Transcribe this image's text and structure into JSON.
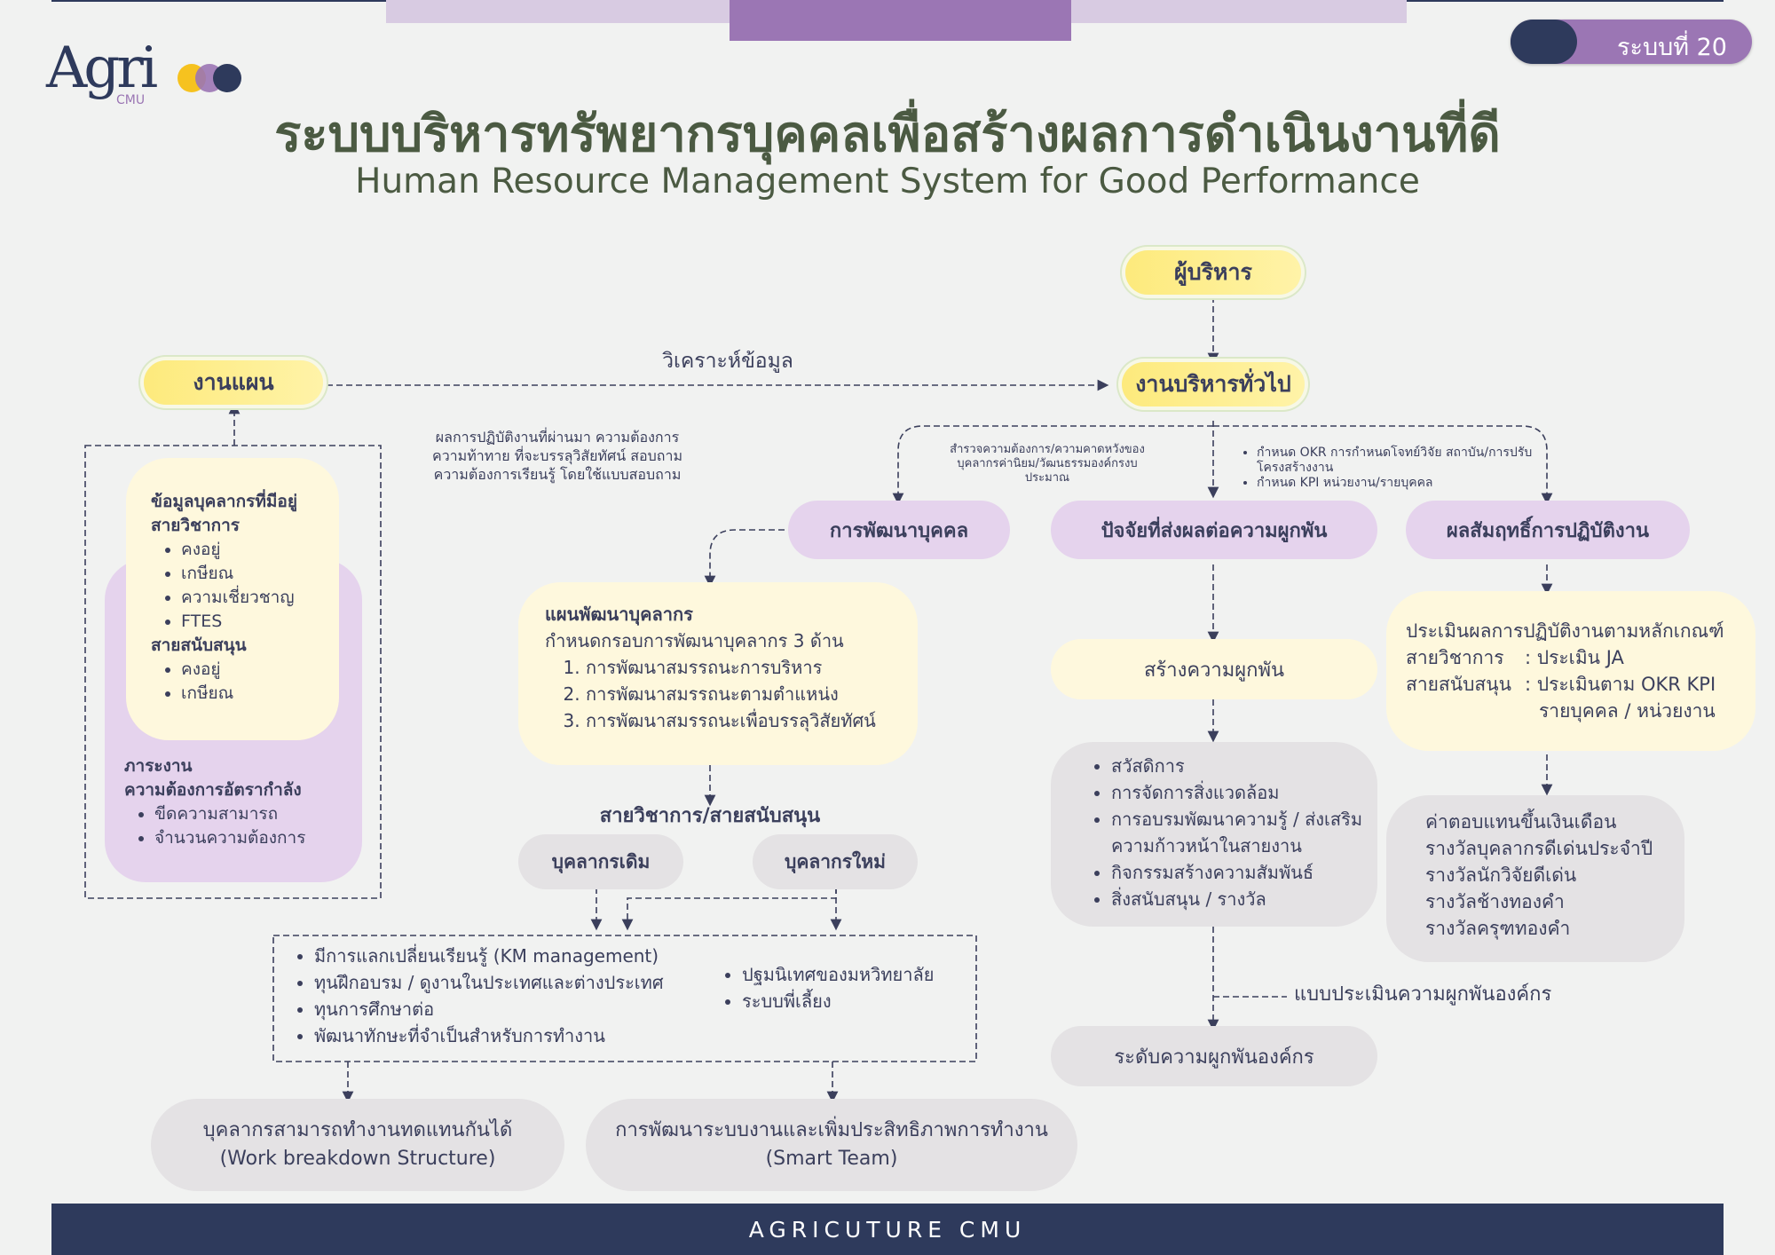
{
  "header": {
    "system_badge": "ระบบที่ 20",
    "logo_text": "Agri",
    "logo_sub": "CMU",
    "title_th": "ระบบบริหารทรัพยากรบุคคลเพื่อสร้างผลการดำเนินงานที่ดี",
    "title_en": "Human Resource Management System for Good Performance"
  },
  "nodes": {
    "executive": "ผู้บริหาร",
    "planning": "งานแผน",
    "general_admin": "งานบริหารทั่วไป",
    "analyze_label": "วิเคราะห์ข้อมูล",
    "performance_note": "ผลการปฏิบัติงานที่ผ่านมา ความต้องการ ความท้าทาย ที่จะบรรลุวิสัยทัศน์ สอบถามความต้องการเรียนรู้ โดยใช้แบบสอบถาม",
    "survey_note": "สำรวจความต้องการ/ความคาดหวังของบุคลากรค่านิยม/วัฒนธรรมองค์กรงบประมาณ",
    "okr_notes": [
      "กำหนด OKR การกำหนดโจทย์วิจัย สถาบัน/การปรับโครงสร้างงาน",
      "กำหนด KPI หน่วยงาน/รายบุคคล"
    ],
    "personnel_dev": "การพัฒนาบุคคล",
    "engagement_factors": "ปัจจัยที่ส่งผลต่อความผูกพัน",
    "performance_results": "ผลสัมฤทธิ์การปฏิบัติงาน",
    "build_engagement": "สร้างความผูกพัน",
    "org_engagement_level": "ระดับความผูกพันองค์กร",
    "engagement_survey": "แบบประเมินความผูกพันองค์กร",
    "staff_groups_label": "สายวิชาการ/สายสนับสนุน",
    "existing_staff": "บุคลากรเดิม",
    "new_staff": "บุคลากรใหม่",
    "work_breakdown": [
      "บุคลากรสามารถทำงานทดแทนกันได้",
      "(Work breakdown Structure)"
    ],
    "smart_team": [
      "การพัฒนาระบบงานและเพิ่มประสิทธิภาพการทำงาน",
      "(Smart Team)"
    ]
  },
  "staff_data": {
    "title_1": "ข้อมูลบุคลากรที่มีอยู่",
    "title_2": "สายวิชาการ",
    "academic": [
      "คงอยู่",
      "เกษียณ",
      "ความเชี่ยวชาญ",
      "FTES"
    ],
    "support_title": "สายสนับสนุน",
    "support": [
      "คงอยู่",
      "เกษียณ"
    ],
    "workload_title": "ภาระงาน",
    "manpower_title": "ความต้องการอัตรากำลัง",
    "manpower": [
      "ขีดความสามารถ",
      "จำนวนความต้องการ"
    ]
  },
  "dev_plan": {
    "title": "แผนพัฒนาบุคลากร",
    "subtitle": "กำหนดกรอบการพัฒนาบุคลากร 3 ด้าน",
    "items": [
      "การพัฒนาสมรรถนะการบริหาร",
      "การพัฒนาสมรรถนะตามตำแหน่ง",
      "การพัฒนาสมรรถนะเพื่อบรรลุวิสัยทัศน์"
    ]
  },
  "training": {
    "left": [
      "มีการแลกเปลี่ยนเรียนรู้ (KM management)",
      "ทุนฝึกอบรม / ดูงานในประเทศและต่างประเทศ",
      "ทุนการศึกษาต่อ",
      "พัฒนาทักษะที่จำเป็นสำหรับการทำงาน"
    ],
    "right": [
      "ปฐมนิเทศของมหวิทยาลัย",
      "ระบบพี่เลี้ยง"
    ]
  },
  "welfare": [
    "สวัสดิการ",
    "การจัดการสิ่งแวดล้อม",
    "การอบรมพัฒนาความรู้ / ส่งเสริมความก้าวหน้าในสายงาน",
    "กิจกรรมสร้างความสัมพันธ์",
    "สิ่งสนับสนุน / รางวัล"
  ],
  "evaluation": {
    "line1": "ประเมินผลการปฏิบัติงานตามหลักเกณฑ์",
    "academic_label": "สายวิชาการ",
    "academic_value": ": ประเมิน JA",
    "support_label": "สายสนับสนุน",
    "support_value": ": ประเมินตาม OKR KPI",
    "support_value_2": "รายบุคคล / หน่วยงาน"
  },
  "rewards": [
    "ค่าตอบแทนขึ้นเงินเดือน",
    "รางวัลบุคลากรดีเด่นประจำปี",
    "รางวัลนักวิจัยดีเด่น",
    "รางวัลช้างทองคำ",
    "รางวัลครุฑทองคำ"
  ],
  "footer": "AGRICUTURE CMU",
  "colors": {
    "navy": "#2e3a5c",
    "purple": "#9b76b4",
    "lavender": "#e5d3ed",
    "cream": "#fef8dd",
    "yellow": "#fdea7c",
    "gray": "#e4e2e4"
  }
}
